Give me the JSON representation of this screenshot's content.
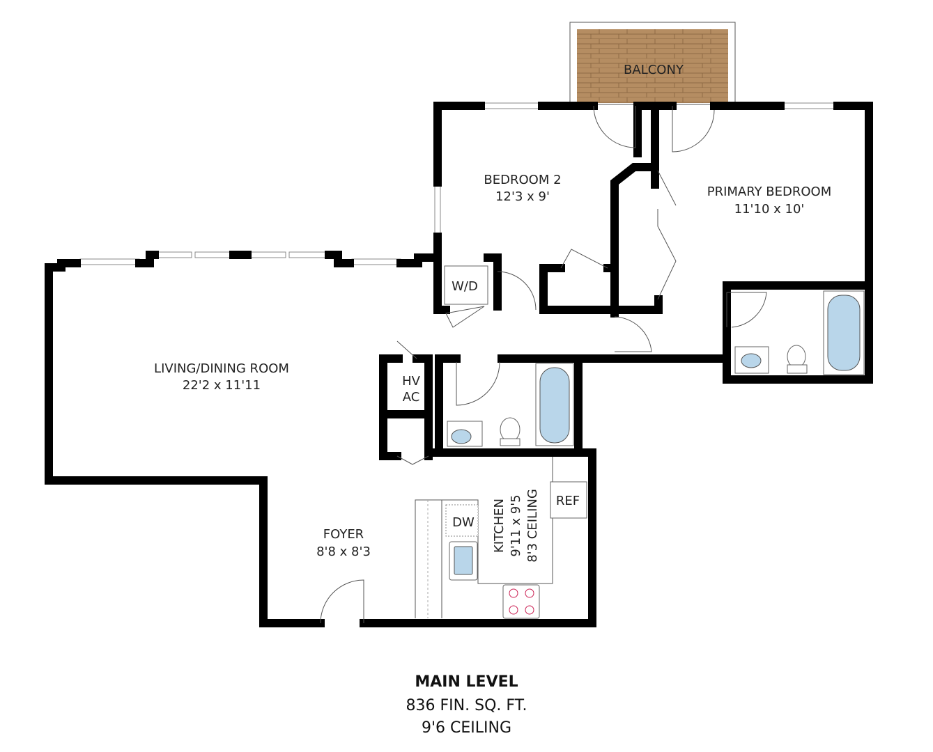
{
  "rooms": {
    "balcony": {
      "name": "BALCONY"
    },
    "bedroom2": {
      "name": "BEDROOM 2",
      "size": "12'3 x 9'"
    },
    "primary": {
      "name": "PRIMARY BEDROOM",
      "size": "11'10 x 10'"
    },
    "living": {
      "name": "LIVING/DINING ROOM",
      "size": "22'2 x 11'11"
    },
    "foyer": {
      "name": "FOYER",
      "size": "8'8 x 8'3"
    },
    "kitchen": {
      "name": "KITCHEN",
      "size": "9'11 x 9'5",
      "ceiling": "8'3 CEILING"
    }
  },
  "fixtures": {
    "wd": "W/D",
    "hv": "HV",
    "ac": "AC",
    "dw": "DW",
    "ref": "REF"
  },
  "footer": {
    "level": "MAIN LEVEL",
    "area": "836 FIN. SQ. FT.",
    "ceiling": "9'6 CEILING"
  },
  "colors": {
    "balcony": "#b58d62",
    "water": "#b9d6ea",
    "wall": "#000000"
  }
}
